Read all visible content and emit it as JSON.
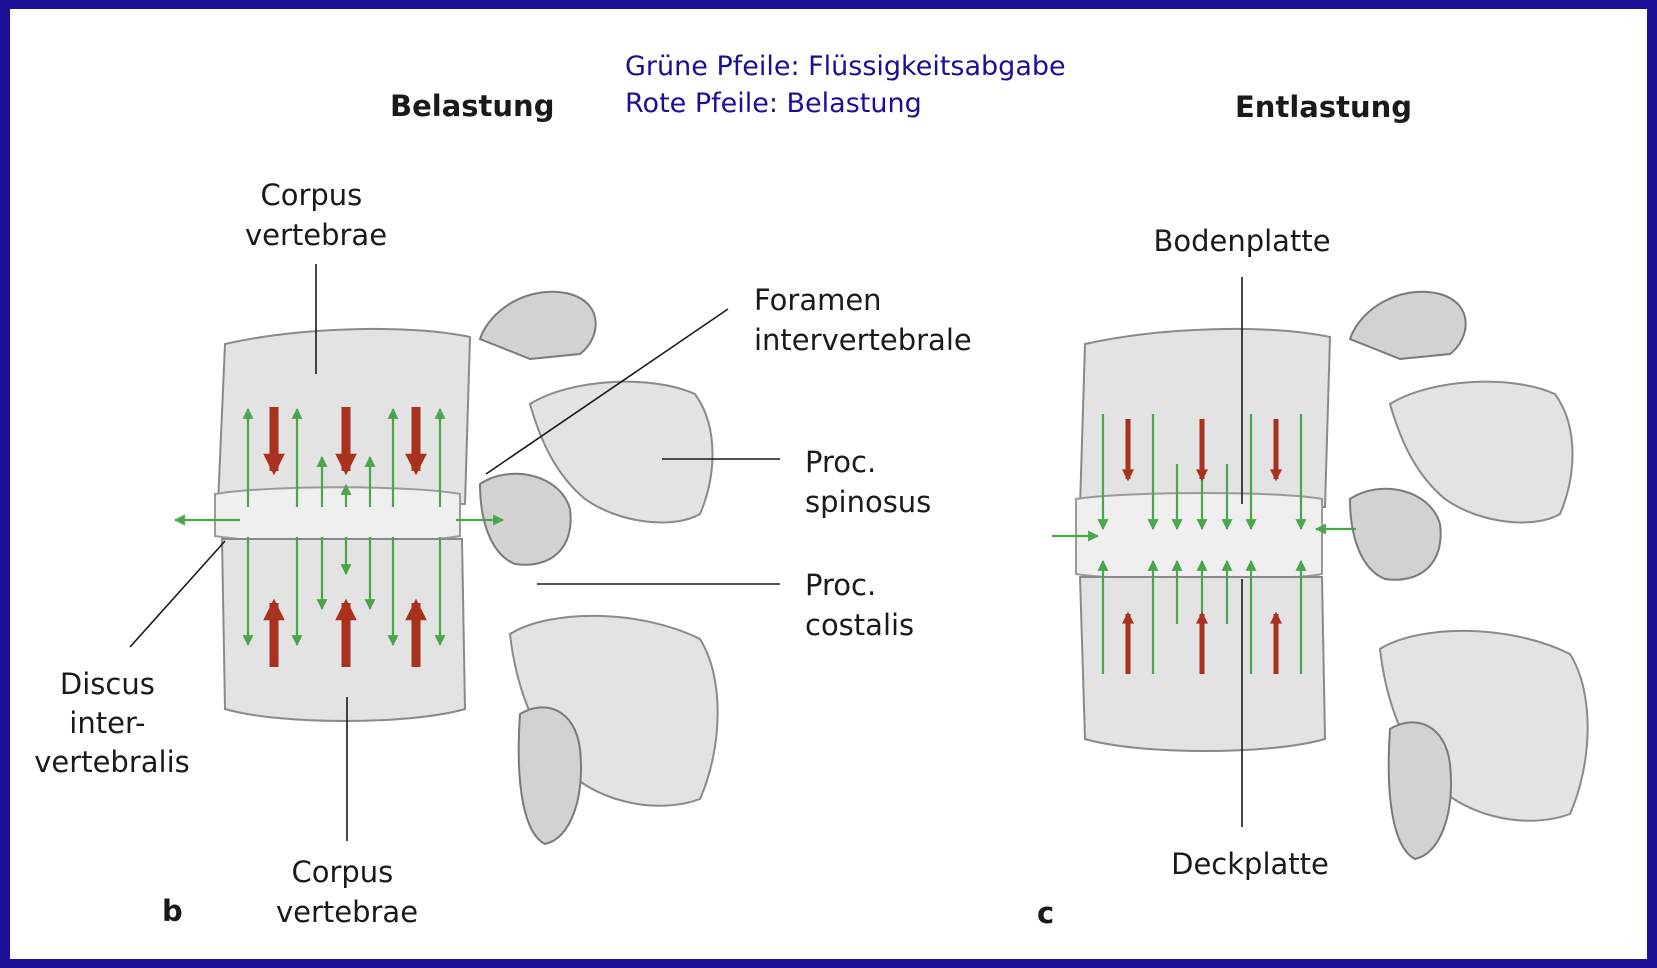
{
  "legend": {
    "green": "Grüne Pfeile: Flüssigkeitsabgabe",
    "red": "Rote Pfeile: Belastung"
  },
  "panel_b": {
    "title": "Belastung",
    "letter": "b",
    "corpus_top": [
      "Corpus",
      "vertebrae"
    ],
    "foramen": [
      "Foramen",
      "intervertebrale"
    ],
    "spinosus": [
      "Proc.",
      "spinosus"
    ],
    "costalis": [
      "Proc.",
      "costalis"
    ],
    "discus": [
      "Discus",
      "inter-",
      "vertebralis"
    ],
    "corpus_bottom": [
      "Corpus",
      "vertebrae"
    ]
  },
  "panel_c": {
    "title": "Entlastung",
    "letter": "c",
    "bodenplatte": "Bodenplatte",
    "deckplatte": "Deckplatte"
  },
  "colors": {
    "border": "#1a0f96",
    "green_arrow": "#4aa64a",
    "red_arrow": "#a8321e",
    "legend_text": "#1a0f96"
  }
}
